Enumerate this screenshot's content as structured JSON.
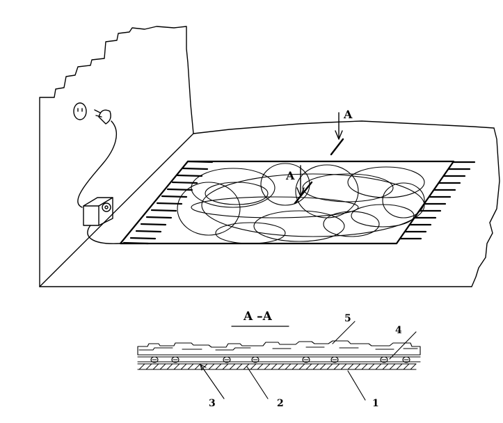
{
  "perspective": {
    "section_marker_upper": "A",
    "section_marker_lower": "A"
  },
  "section_view": {
    "title": "A –A",
    "labels": {
      "part_1": "1",
      "part_2": "2",
      "part_3": "3",
      "part_4": "4",
      "part_5": "5"
    }
  },
  "colors": {
    "ink": "#000000",
    "background": "#ffffff"
  }
}
